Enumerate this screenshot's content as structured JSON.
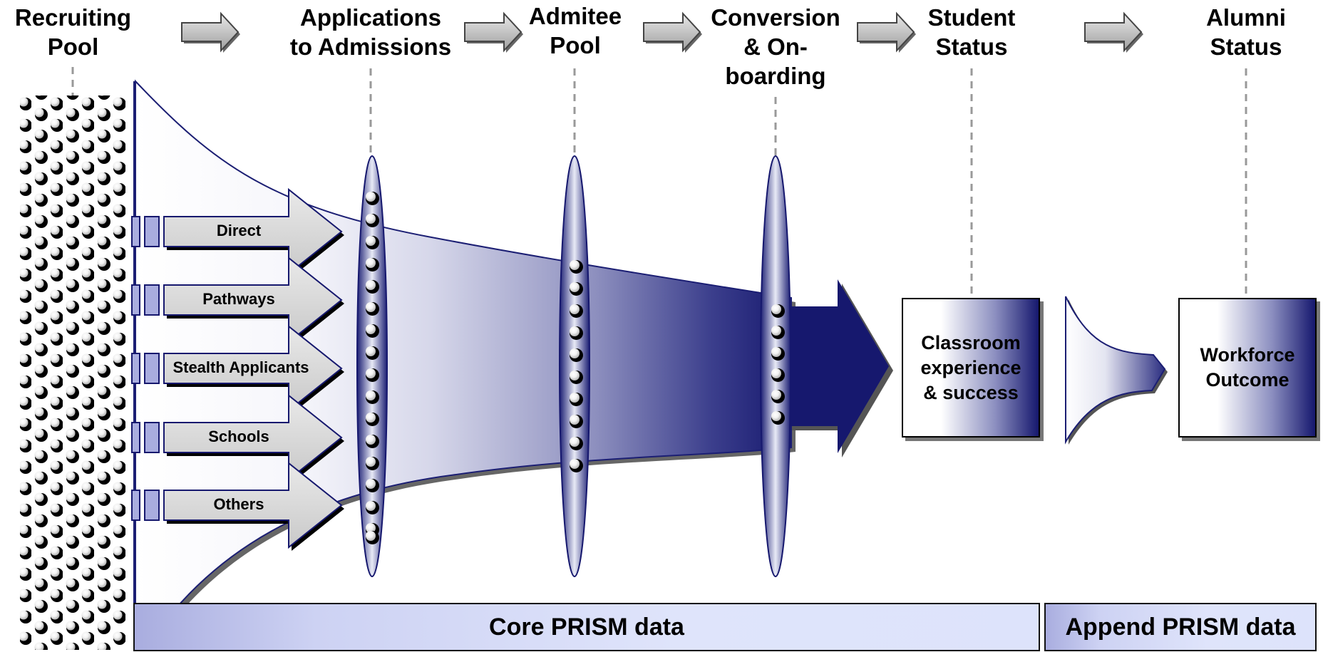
{
  "stages": [
    {
      "id": "recruiting",
      "title": "Recruiting\nPool"
    },
    {
      "id": "applications",
      "title": "Applications\nto Admissions"
    },
    {
      "id": "admitee",
      "title": "Admitee\nPool"
    },
    {
      "id": "conversion",
      "title": "Conversion\n& On-\nboarding"
    },
    {
      "id": "student",
      "title": "Student\nStatus"
    },
    {
      "id": "alumni",
      "title": "Alumni\nStatus"
    }
  ],
  "channels": [
    "Direct",
    "Pathways",
    "Stealth Applicants",
    "Schools",
    "Others"
  ],
  "boxes": {
    "classroom": "Classroom\nexperience\n& success",
    "workforce": "Workforce\nOutcome"
  },
  "bars": {
    "core": "Core PRISM data",
    "append": "Append PRISM data"
  },
  "colors": {
    "navy": "#16186e",
    "arrow_gray": "#bfbfbf",
    "bar_light": "#dde3fb"
  }
}
